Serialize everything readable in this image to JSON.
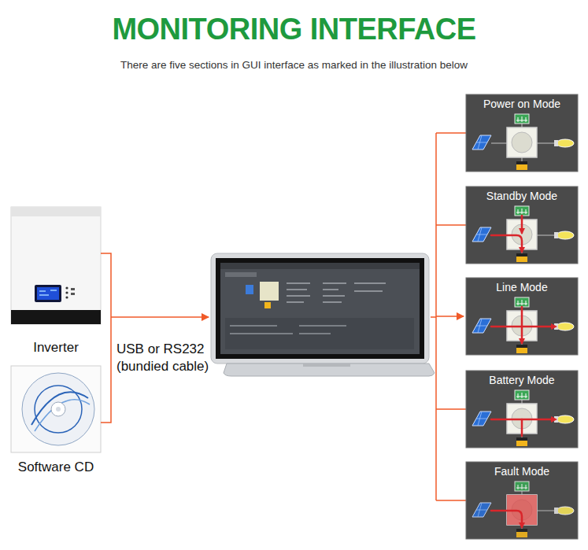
{
  "diagram": {
    "title": "MONITORING INTERFACE",
    "caption": "There are five sections in GUI interface as marked in the illustration below",
    "nodes": [
      {
        "text": [
          "Inverter"
        ]
      },
      {
        "text": [
          "Software CD"
        ]
      },
      {
        "text": [
          "Power on Mode"
        ]
      },
      {
        "text": [
          "Standby Mode"
        ]
      },
      {
        "text": [
          "Line Mode"
        ]
      },
      {
        "text": [
          "Battery Mode"
        ]
      },
      {
        "text": [
          "Fault Mode"
        ]
      }
    ],
    "labels": [
      "USB or RS232 (bundied cable)"
    ]
  }
}
